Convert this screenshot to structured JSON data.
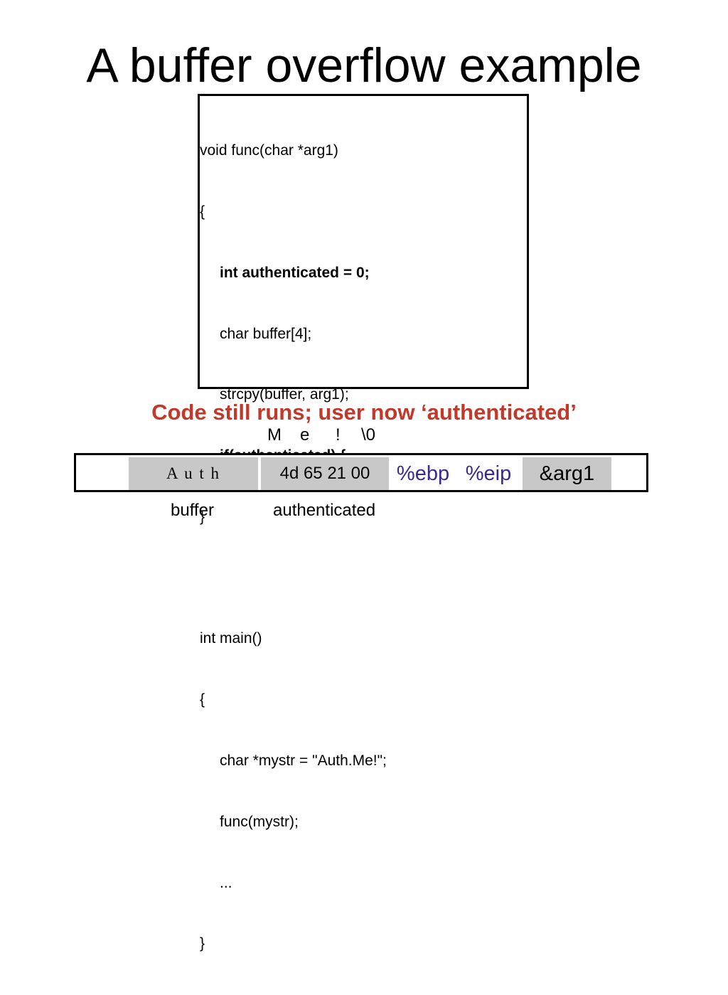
{
  "slide": {
    "title": "A buffer overflow example",
    "subtitle": "Code still runs; user now ‘authenticated’"
  },
  "code": {
    "lines": [
      "void func(char *arg1)",
      "{",
      "int authenticated = 0;",
      "char buffer[4];",
      "strcpy(buffer, arg1);",
      "if(authenticated) { ...",
      "}",
      "",
      "int main()",
      "{",
      "char *mystr = \"Auth.Me!\";",
      "func(mystr);",
      "...",
      "}"
    ]
  },
  "overflow_bytes": [
    "M",
    "e",
    "!",
    "\\0"
  ],
  "memory": {
    "cells": [
      "A u t h",
      "4d 65 21 00",
      "%ebp",
      "%eip",
      "&arg1"
    ],
    "labels": [
      "buffer",
      "authenticated"
    ]
  },
  "colors": {
    "subtitle": "#c0392b",
    "cell_fill": "#c8c8c8",
    "register_text": "#3a2a8c"
  }
}
